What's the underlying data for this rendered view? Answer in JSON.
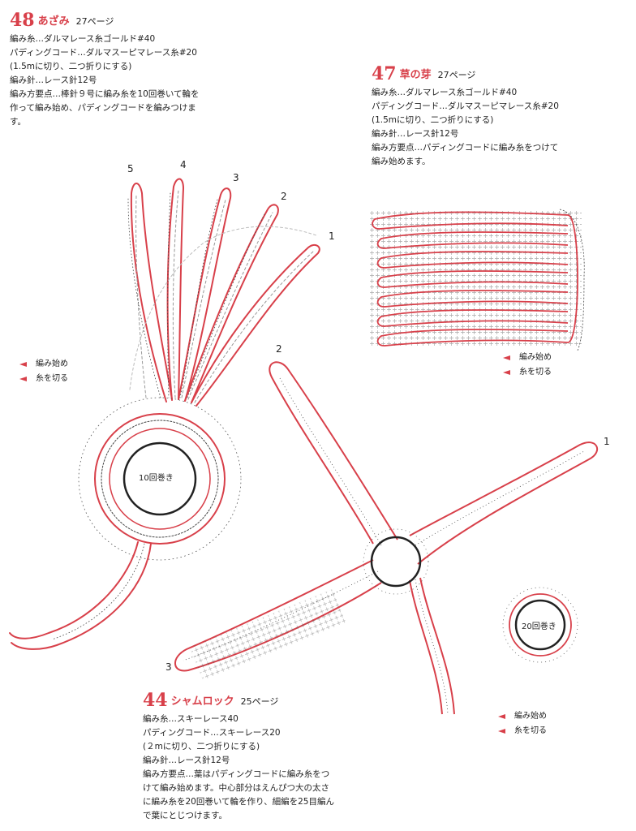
{
  "p48": {
    "number": "48",
    "name": "あざみ",
    "page": "27ページ",
    "lines": [
      "編み糸…ダルマレース糸ゴールド#40",
      "パディングコード…ダルマスーピマレース糸#20",
      "(1.5mに切り、二つ折りにする)",
      "編み針…レース針12号",
      "編み方要点…棒針９号に編み糸を10回巻いて輪を",
      "作って編み始め、パディングコードを編みつけま",
      "す。"
    ],
    "petal_numbers": [
      "5",
      "4",
      "3",
      "2",
      "1"
    ],
    "ring_label": "10回巻き",
    "legend": {
      "start": "編み始め",
      "cut": "糸を切る"
    }
  },
  "p47": {
    "number": "47",
    "name": "草の芽",
    "page": "27ページ",
    "lines": [
      "編み糸…ダルマレース糸ゴールド#40",
      "パディングコード…ダルマスーピマレース糸#20",
      "(1.5mに切り、二つ折りにする)",
      "編み針…レース針12号",
      "編み方要点…パディングコードに編み糸をつけて",
      "編み始めます。"
    ],
    "legend": {
      "start": "編み始め",
      "cut": "糸を切る"
    }
  },
  "p44": {
    "number": "44",
    "name": "シャムロック",
    "page": "25ページ",
    "lines": [
      "編み糸…スキーレース40",
      "パディングコード…スキーレース20",
      "(２mに切り、二つ折りにする)",
      "編み針…レース針12号",
      "編み方要点…葉はパディングコードに編み糸をつ",
      "けて編み始めます。中心部分はえんぴつ大の太さ",
      "に編み糸を20回巻いて輪を作り、細編を25目編ん",
      "で葉にとじつけます。"
    ],
    "leaf_numbers": [
      "1",
      "2",
      "3"
    ],
    "ring_label": "20回巻き",
    "legend": {
      "start": "編み始め",
      "cut": "糸を切る"
    }
  },
  "colors": {
    "accent": "#d8404a",
    "ink": "#222222"
  }
}
